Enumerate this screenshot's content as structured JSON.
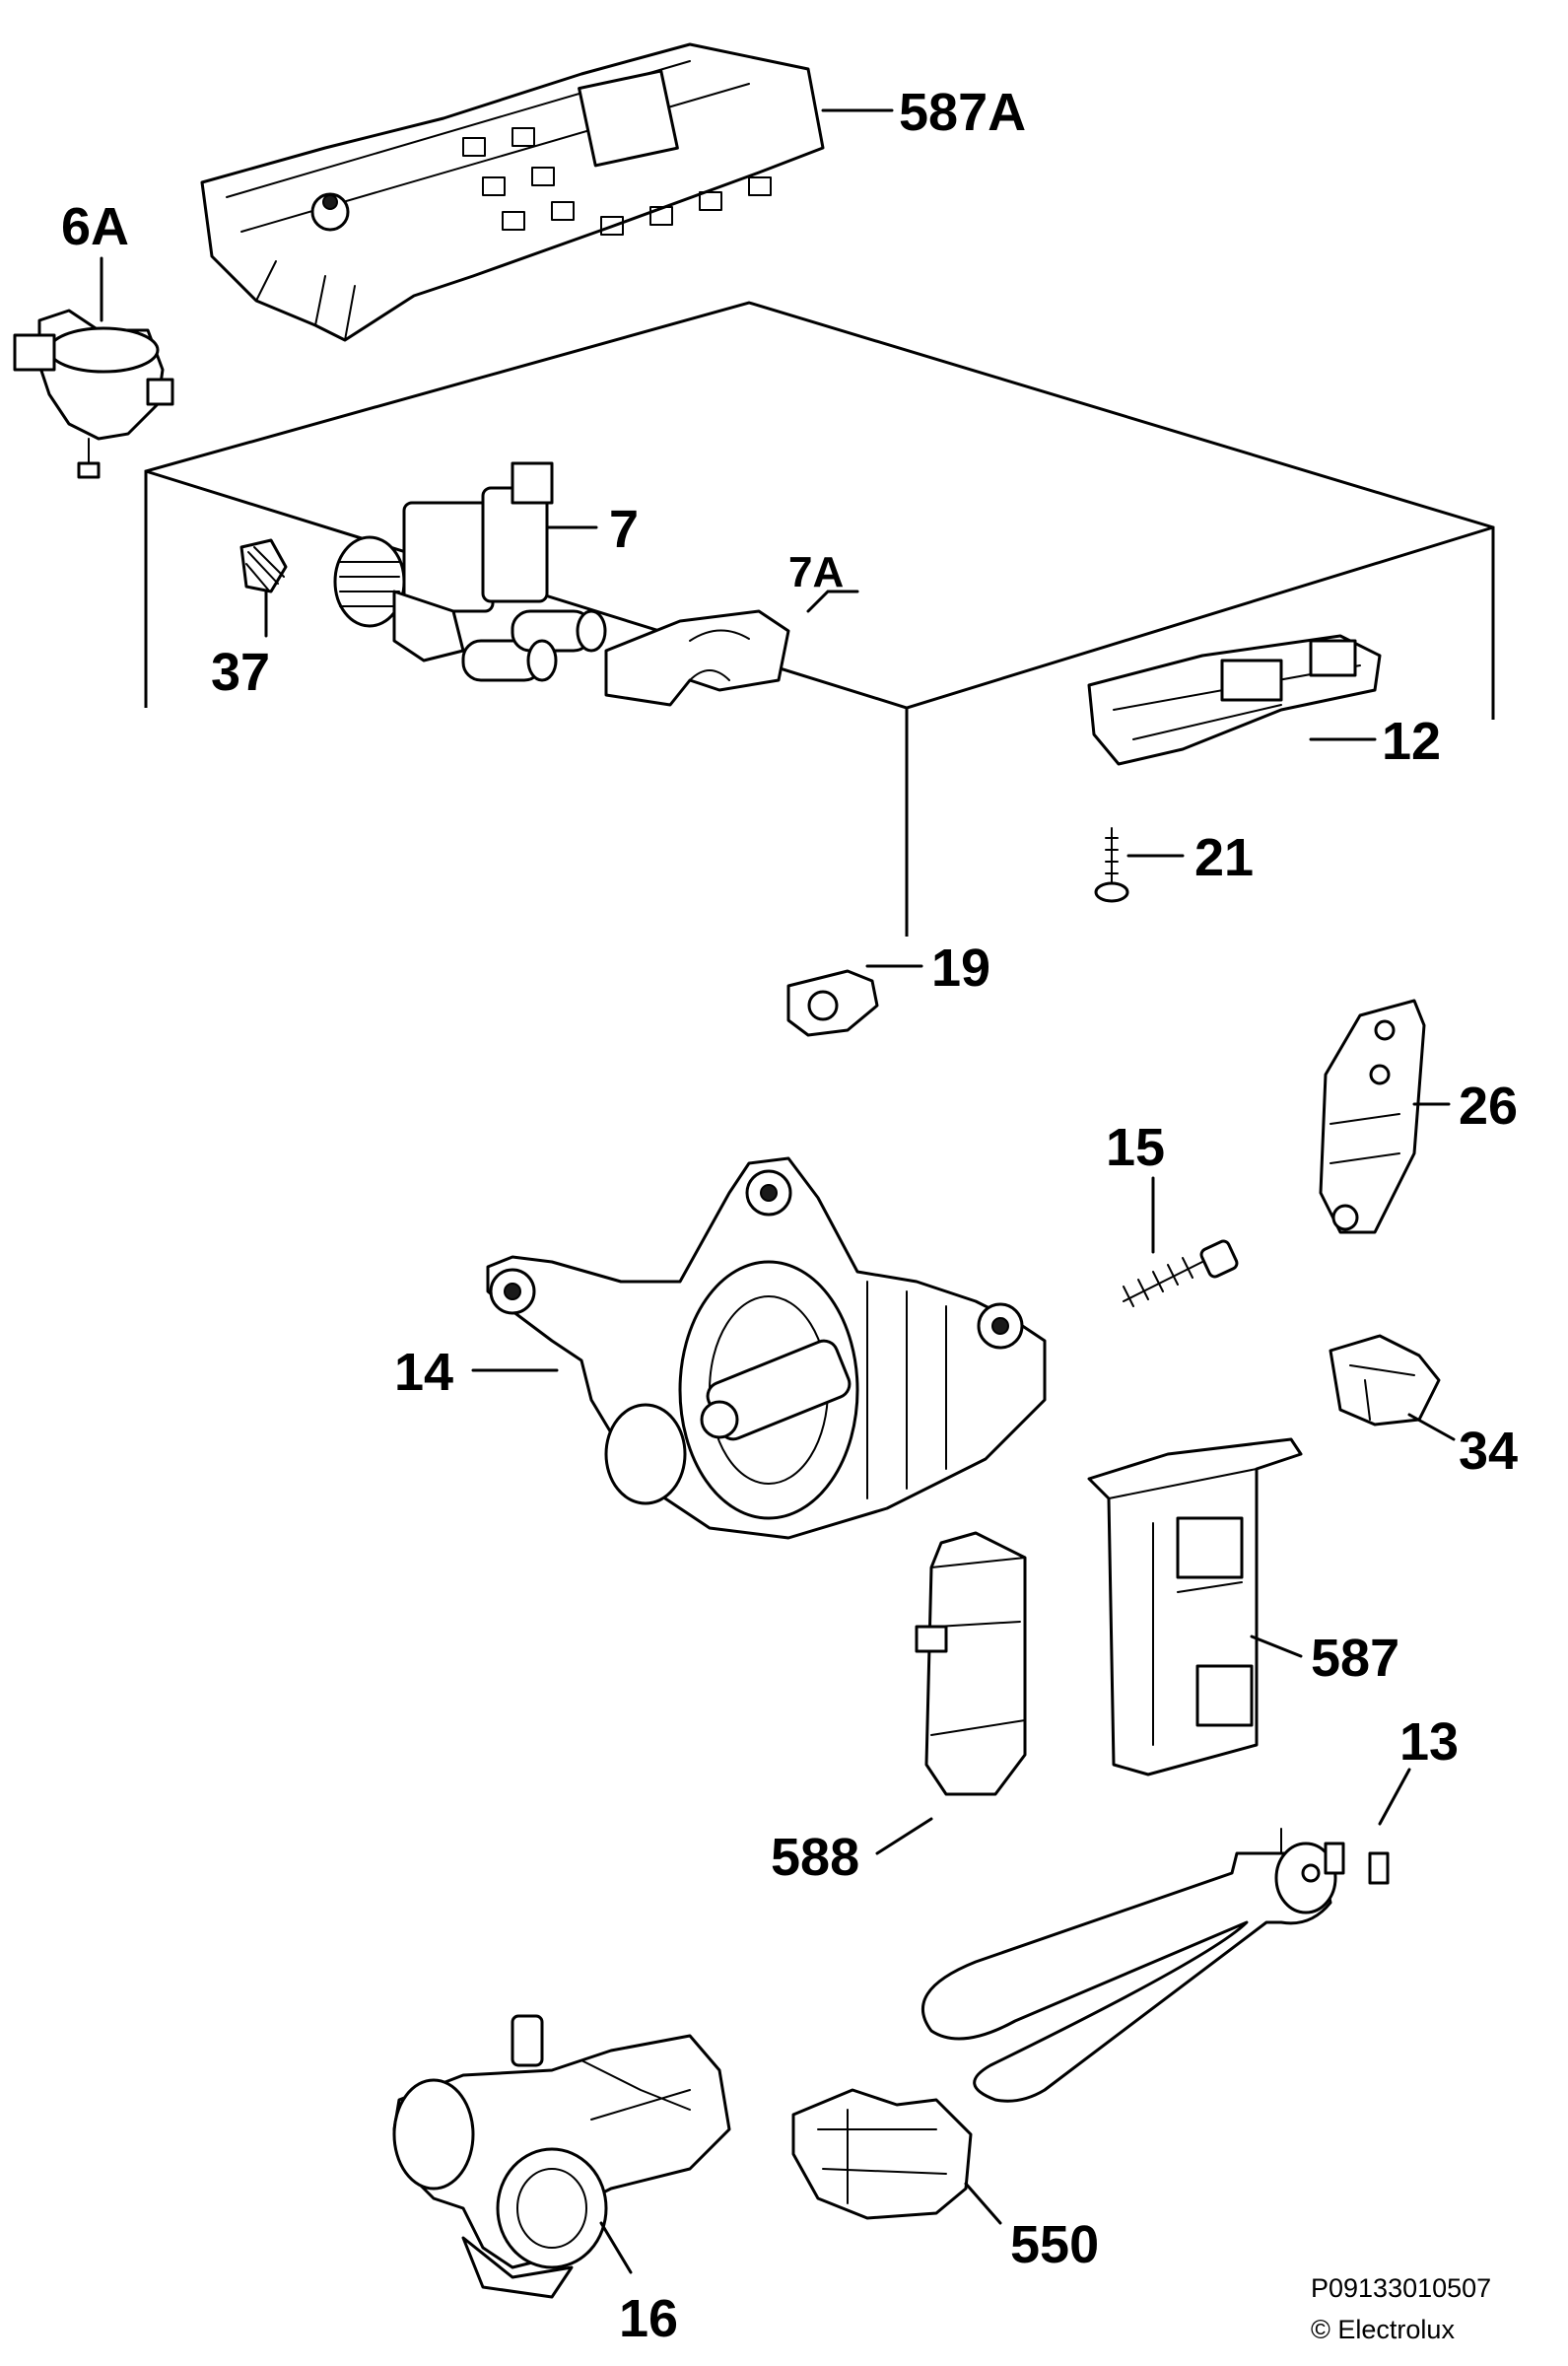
{
  "diagram": {
    "callouts": [
      {
        "id": "587A",
        "label": "587A"
      },
      {
        "id": "6A",
        "label": "6A"
      },
      {
        "id": "7",
        "label": "7"
      },
      {
        "id": "7A",
        "label": "7A"
      },
      {
        "id": "37",
        "label": "37"
      },
      {
        "id": "12",
        "label": "12"
      },
      {
        "id": "21",
        "label": "21"
      },
      {
        "id": "19",
        "label": "19"
      },
      {
        "id": "26",
        "label": "26"
      },
      {
        "id": "15",
        "label": "15"
      },
      {
        "id": "14",
        "label": "14"
      },
      {
        "id": "34",
        "label": "34"
      },
      {
        "id": "587",
        "label": "587"
      },
      {
        "id": "588",
        "label": "588"
      },
      {
        "id": "13",
        "label": "13"
      },
      {
        "id": "16",
        "label": "16"
      },
      {
        "id": "550",
        "label": "550"
      }
    ],
    "footer": {
      "code": "P09133010507",
      "copyright": "© Electrolux"
    }
  }
}
